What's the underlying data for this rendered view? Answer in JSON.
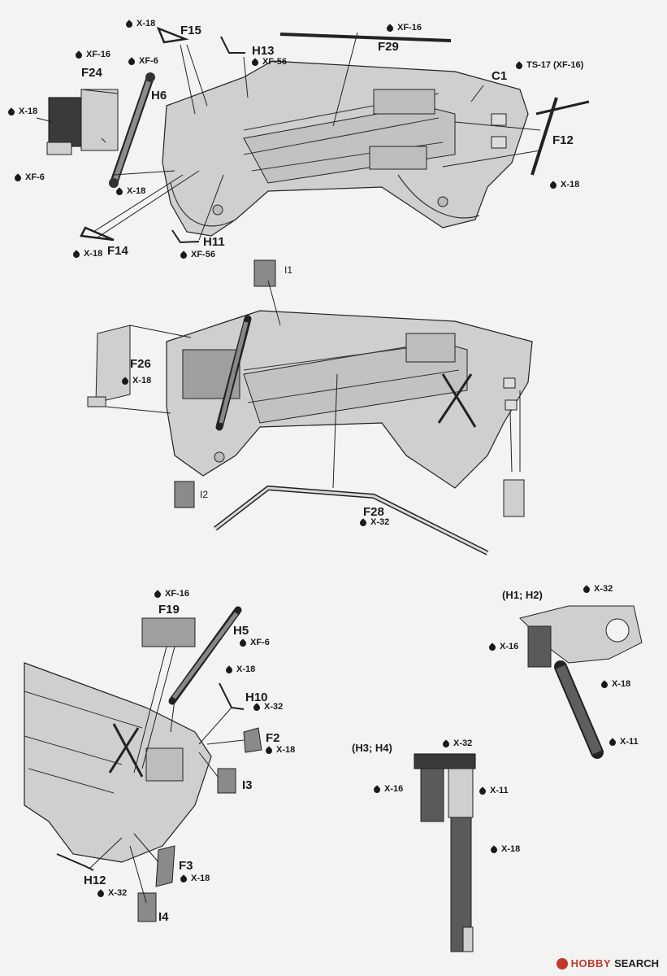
{
  "parts": {
    "F15": "F15",
    "F29": "F29",
    "H13": "H13",
    "C1": "C1",
    "F24": "F24",
    "H6": "H6",
    "F12": "F12",
    "F14": "F14",
    "H11": "H11",
    "I1": "I1",
    "F26": "F26",
    "I2": "I2",
    "F28": "F28",
    "F19": "F19",
    "H5": "H5",
    "H10": "H10",
    "F2": "F2",
    "I3": "I3",
    "F3": "F3",
    "H12": "H12",
    "I4": "I4"
  },
  "paints": {
    "p1": "X-18",
    "p2": "XF-16",
    "p3": "XF-56",
    "p4": "TS-17 (XF-16)",
    "p5": "XF-16",
    "p6": "XF-6",
    "p7": "X-18",
    "p8": "XF-6",
    "p9": "X-18",
    "p10": "X-18",
    "p11": "X-18",
    "p12": "XF-56",
    "p13": "X-18",
    "p14": "X-32",
    "p15": "XF-16",
    "p16": "XF-6",
    "p17": "X-18",
    "p18": "X-32",
    "p19": "X-18",
    "p20": "X-32",
    "p21": "X-16",
    "p22": "X-18",
    "p23": "X-11",
    "p24": "X-32",
    "p25": "X-16",
    "p26": "X-11",
    "p27": "X-18",
    "p28": "X-18",
    "p29": "X-32"
  },
  "subassemblies": {
    "h1h2": "(H1; H2)",
    "h3h4": "(H3; H4)"
  },
  "watermark": {
    "logo_text": "HOBBY",
    "logo_suffix": "SEARCH"
  },
  "colors": {
    "body": "#cfcfcd",
    "line": "#222222",
    "dark": "#3a3a3a",
    "background": "#f3f3f1"
  }
}
